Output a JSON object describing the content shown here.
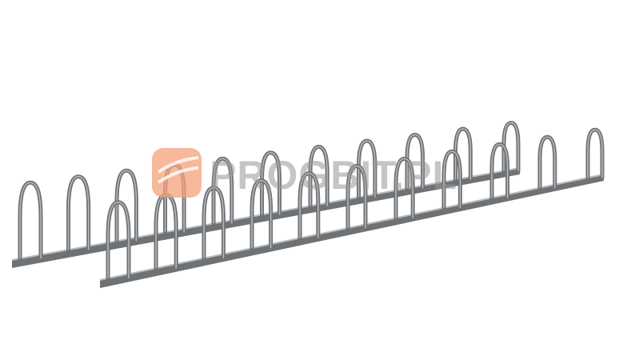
{
  "image": {
    "subject": "bike-rack",
    "watermark_text": "PROGBIT.PL",
    "colors": {
      "metal": "#6f7275",
      "metal_light": "#b8bbbe",
      "watermark_logo": "#f4a27a"
    },
    "loops_per_row": 11
  }
}
